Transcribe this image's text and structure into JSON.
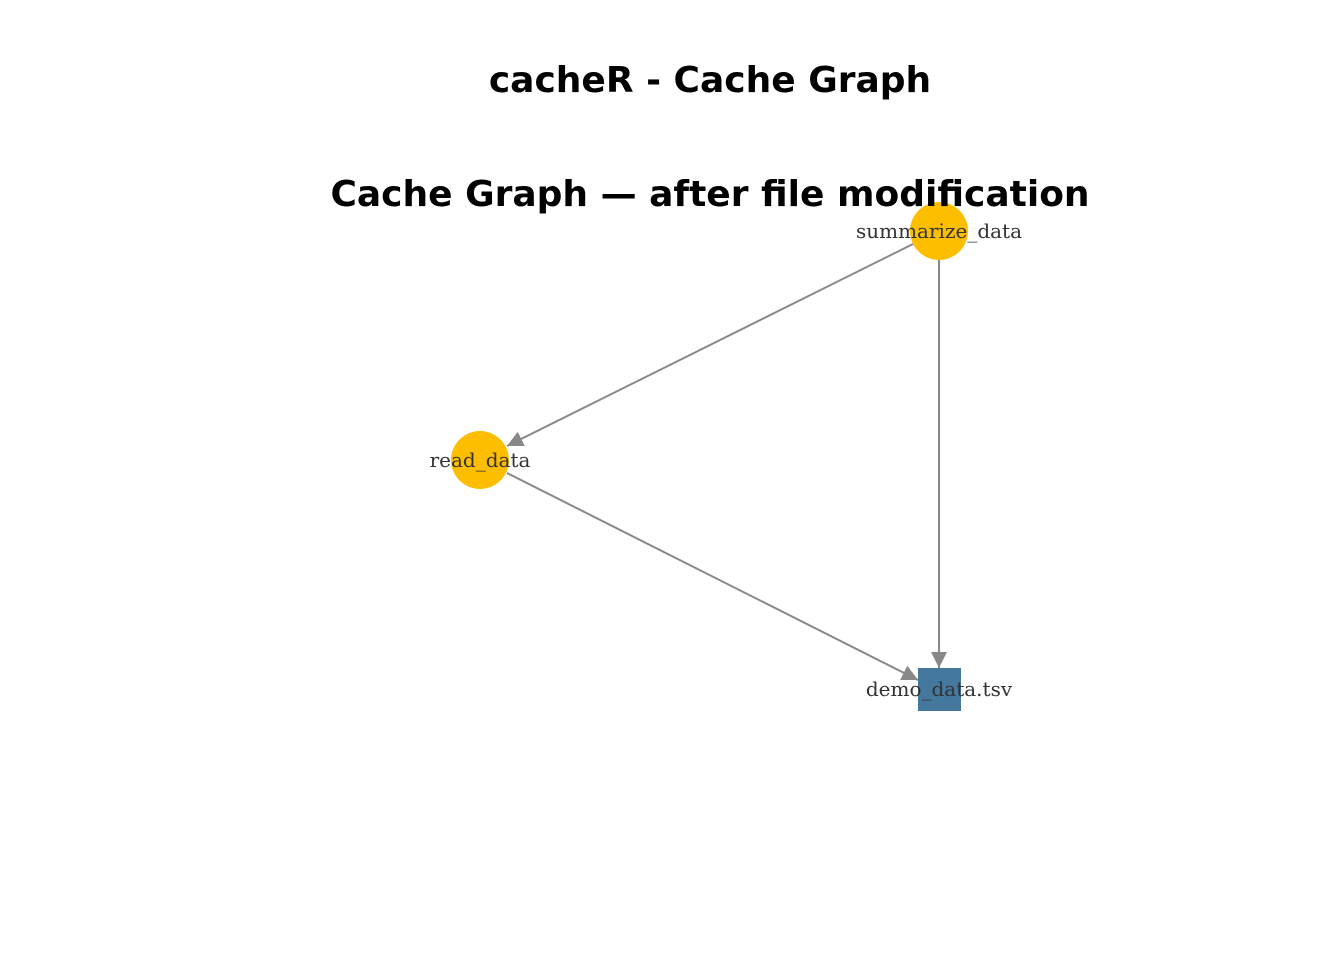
{
  "title": "cacheR - Cache Graph",
  "subtitle": "Cache Graph — after file modification",
  "colors": {
    "function_node": "#FDBE00",
    "file_node": "#44799D",
    "edge": "#888888",
    "label": "#333333"
  },
  "nodes": [
    {
      "id": "summarize_data",
      "label": "summarize_data",
      "type": "function"
    },
    {
      "id": "read_data",
      "label": "read_data",
      "type": "function"
    },
    {
      "id": "demo_data.tsv",
      "label": "demo_data.tsv",
      "type": "file"
    }
  ],
  "edges": [
    {
      "from": "summarize_data",
      "to": "read_data"
    },
    {
      "from": "summarize_data",
      "to": "demo_data.tsv"
    },
    {
      "from": "read_data",
      "to": "demo_data.tsv"
    }
  ]
}
